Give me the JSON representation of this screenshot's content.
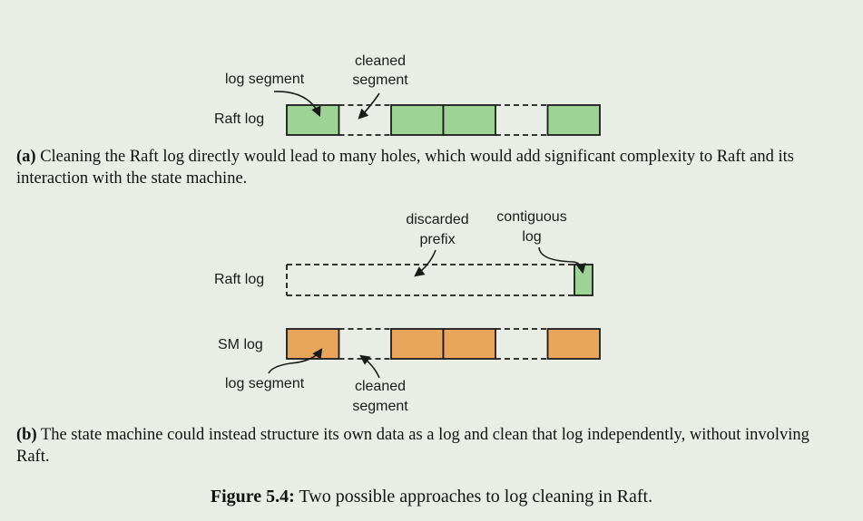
{
  "colors": {
    "green": "#9ed396",
    "orange": "#e9a55b",
    "stroke": "#1a1a1a",
    "background": "#e8eee6"
  },
  "panel_a": {
    "raft_log_label": "Raft log",
    "log_segment_label": "log segment",
    "cleaned_segment_label_line1": "cleaned",
    "cleaned_segment_label_line2": "segment",
    "segments": [
      "filled",
      "empty",
      "filled",
      "filled",
      "empty",
      "filled"
    ],
    "caption_tag": "(a)",
    "caption_text": " Cleaning the Raft log directly would lead to many holes, which would add significant complexity to Raft and its interaction with the state machine."
  },
  "panel_b": {
    "raft_log_label": "Raft log",
    "sm_log_label": "SM log",
    "discarded_prefix_line1": "discarded",
    "discarded_prefix_line2": "prefix",
    "contiguous_log_line1": "contiguous",
    "contiguous_log_line2": "log",
    "log_segment_label": "log segment",
    "cleaned_segment_label_line1": "cleaned",
    "cleaned_segment_label_line2": "segment",
    "sm_segments": [
      "filled",
      "empty",
      "filled",
      "filled",
      "empty",
      "filled"
    ],
    "caption_tag": "(b)",
    "caption_text": " The state machine could instead structure its own data as a log and clean that log independently, without involving Raft."
  },
  "figure_caption": {
    "tag": "Figure 5.4:",
    "text": " Two possible approaches to log cleaning in Raft."
  }
}
